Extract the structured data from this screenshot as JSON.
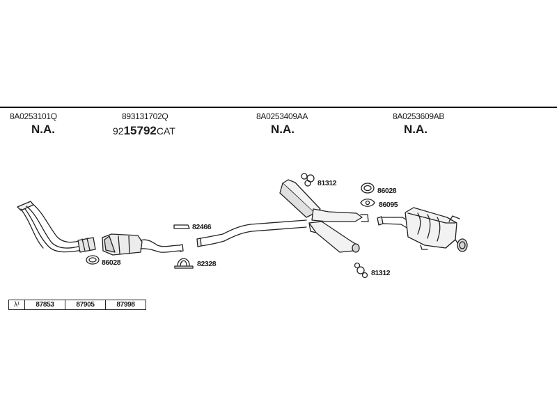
{
  "header": {
    "columns": [
      {
        "part_no": "8A0253101Q",
        "status": "N.A."
      },
      {
        "part_no": "893131702Q",
        "cat_prefix": "92",
        "cat_number": "15792",
        "cat_suffix": "CAT"
      },
      {
        "part_no": "8A0253409AA",
        "status": "N.A."
      },
      {
        "part_no": "8A0253609AB",
        "status": "N.A."
      }
    ]
  },
  "parts": {
    "front_gasket": "86028",
    "front_pipe_clamp": "82466",
    "clamp_lower": "82328",
    "hanger_top": "81312",
    "ring_right": "86028",
    "gasket_right": "86095",
    "hanger_bottom": "81312"
  },
  "sensor_table": {
    "symbol": "λ¹",
    "values": [
      "87853",
      "87905",
      "87998"
    ]
  },
  "colors": {
    "line": "#222222",
    "fill_light": "#f2f2f2",
    "fill_mid": "#d6d6d6"
  }
}
